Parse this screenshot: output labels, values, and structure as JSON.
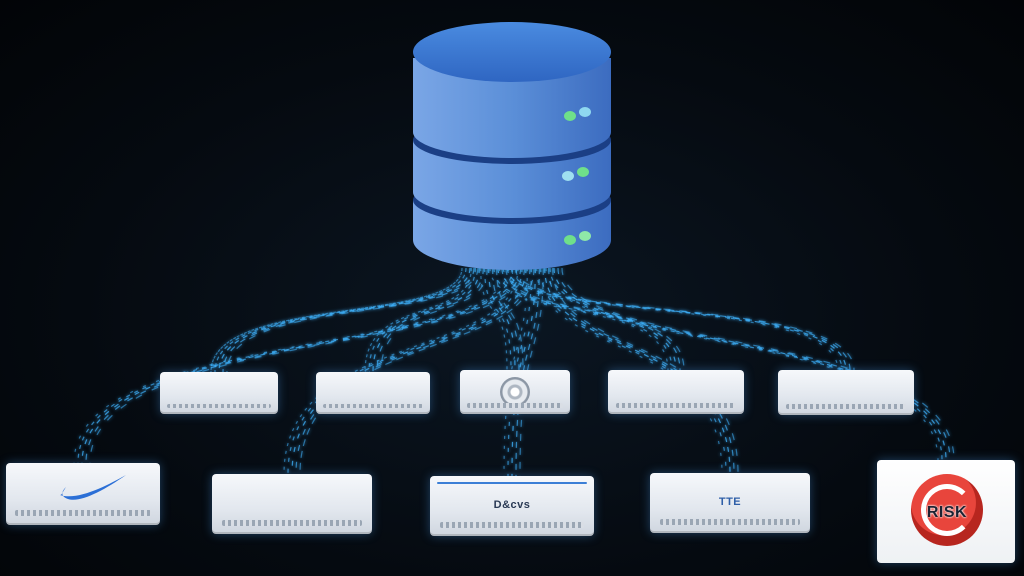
{
  "colors": {
    "background": "#050a10",
    "db_top": "#3f7ed8",
    "db_body": "#5b8fd8",
    "db_band": "#1b3f85",
    "db_light": "#6fe08a",
    "stream": "#3fb4ff",
    "risk_red": "#e8453c"
  },
  "database": {
    "icon": "database-cylinder-icon",
    "status_lights": 3
  },
  "units_top": [
    {
      "id": "ac-top-1",
      "label": ""
    },
    {
      "id": "ac-top-2",
      "label": ""
    },
    {
      "id": "ac-top-3",
      "label": ""
    },
    {
      "id": "ac-top-4",
      "label": ""
    },
    {
      "id": "ac-top-5",
      "label": ""
    }
  ],
  "units_bottom": [
    {
      "id": "ac-bottom-1",
      "label": ""
    },
    {
      "id": "ac-bottom-2",
      "label": ""
    },
    {
      "id": "ac-bottom-3",
      "label": "D&cvs",
      "tag": ""
    },
    {
      "id": "ac-bottom-4",
      "label": "TTE"
    }
  ],
  "risk_logo": {
    "text": "RISK"
  }
}
